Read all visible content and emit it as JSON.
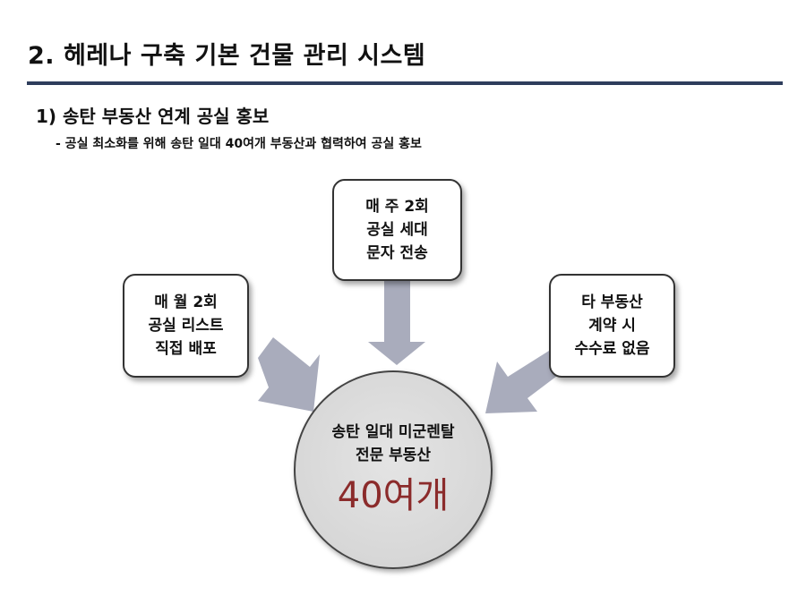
{
  "header": {
    "title": "2. 헤레나 구축 기본 건물 관리 시스템",
    "section": "1) 송탄 부동산 연계 공실 홍보",
    "description": "- 공실 최소화를 위해 송탄 일대 40여개 부동산과 협력하여 공실 홍보"
  },
  "diagram": {
    "boxes": [
      {
        "id": "top",
        "lines": [
          "매 주 2회",
          "공실 세대",
          "문자 전송"
        ]
      },
      {
        "id": "left",
        "lines": [
          "매 월 2회",
          "공실 리스트",
          "직접 배포"
        ]
      },
      {
        "id": "right",
        "lines": [
          "타 부동산",
          "계약 시",
          "수수료 없음"
        ]
      }
    ],
    "center": {
      "lines": [
        "송탄 일대 미군렌탈",
        "전문 부동산"
      ],
      "highlight": "40여개"
    },
    "colors": {
      "arrow": "#a9acbc",
      "rule": "#2e3d5c",
      "highlight": "#8b2b2b",
      "circle_fill": "#d9d9d9"
    }
  }
}
